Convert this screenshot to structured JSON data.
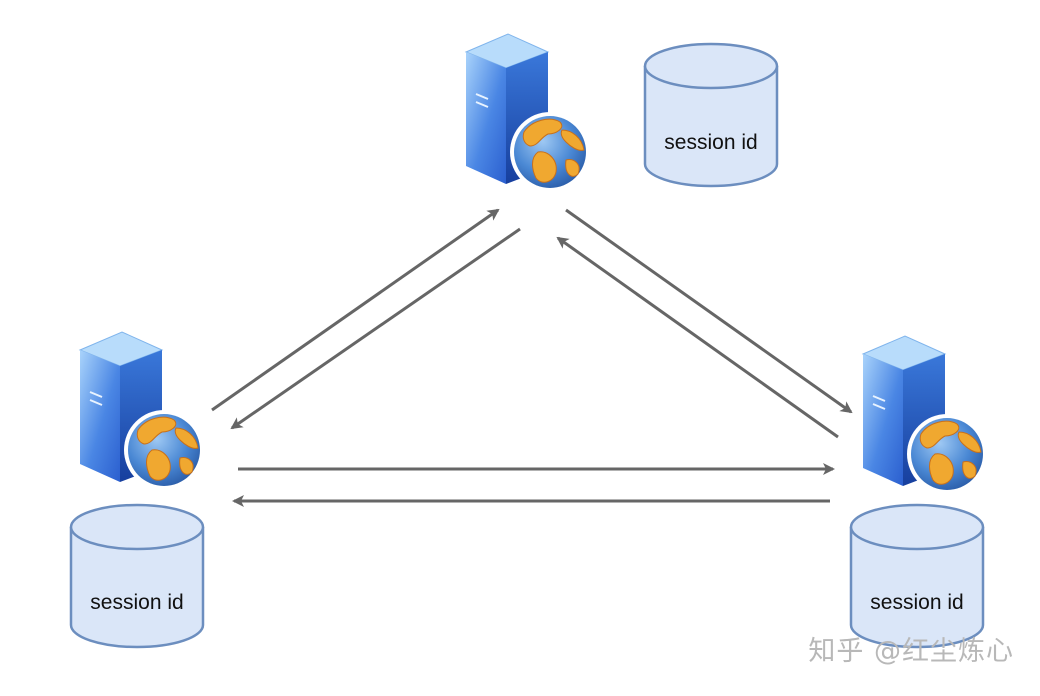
{
  "nodes": [
    {
      "id": "top",
      "db_label": "session id"
    },
    {
      "id": "left",
      "db_label": "session id"
    },
    {
      "id": "right",
      "db_label": "session id"
    }
  ],
  "colors": {
    "arrow": "#666666",
    "db_fill": "#dae6f8",
    "db_stroke": "#6c8ebf",
    "server_front": "#3f7fe0",
    "server_side": "#1f56b8",
    "server_top": "#8fc4f5",
    "globe_ocean": "#4e8fd6",
    "globe_land": "#f0a830"
  },
  "watermark": "知乎 @红尘炼心"
}
